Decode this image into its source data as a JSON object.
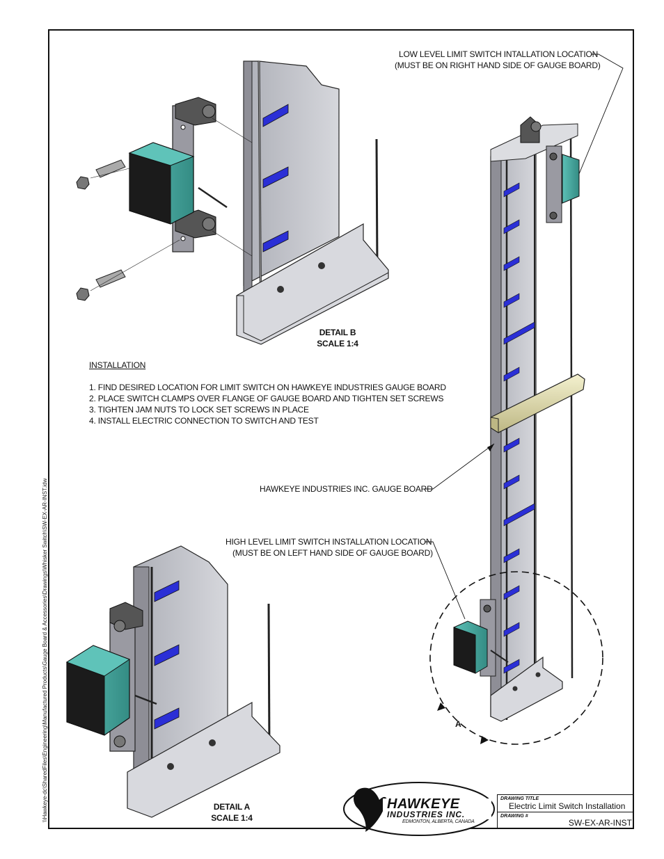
{
  "file_path": "\\\\Hawkeye-dc\\SharedFiles\\Engineering\\Manufactured Products\\Gauge Board & Accessories\\Drawings\\Whisker Switch\\SW-EX-AR-INST.idw",
  "callouts": {
    "low_level_line1": "LOW LEVEL LIMIT SWITCH INTALLATION  LOCATION",
    "low_level_line2": "(MUST BE ON RIGHT HAND SIDE OF GAUGE BOARD)",
    "gauge_board": "HAWKEYE INDUSTRIES INC. GAUGE BOARD",
    "high_level_line1": "HIGH LEVEL LIMIT SWITCH INSTALLATION LOCATION",
    "high_level_line2": "(MUST BE ON LEFT HAND SIDE OF GAUGE BOARD)",
    "view_label": "A"
  },
  "details": {
    "b_title": "DETAIL  B",
    "b_scale": "SCALE 1:4",
    "a_title": "DETAIL  A",
    "a_scale": "SCALE 1:4"
  },
  "installation": {
    "heading": "INSTALLATION",
    "steps": [
      "1.  FIND DESIRED LOCATION FOR LIMIT SWITCH ON HAWKEYE INDUSTRIES GAUGE BOARD",
      "2.  PLACE SWITCH CLAMPS OVER FLANGE OF GAUGE BOARD AND TIGHTEN SET SCREWS",
      "3.  TIGHTEN JAM NUTS TO LOCK SET SCREWS IN PLACE",
      "4.  INSTALL ELECTRIC CONNECTION TO SWITCH AND TEST"
    ]
  },
  "logo": {
    "line1": "HAWKEYE",
    "line2": "INDUSTRIES INC.",
    "location": "EDMONTON, ALBERTA, CANADA"
  },
  "title_block": {
    "title_label": "DRAWING TITLE",
    "title_value": "Electric Limit Switch Installation",
    "number_label": "DRAWING #",
    "number_value": "SW-EX-AR-INST"
  },
  "colors": {
    "board": "#c6c6cc",
    "board_dark": "#8e8e96",
    "switch_teal": "#4aa9a0",
    "switch_face": "#1b1b1b",
    "graduation_blue": "#2b2fd6",
    "float_yellow": "#e6e2b0"
  }
}
